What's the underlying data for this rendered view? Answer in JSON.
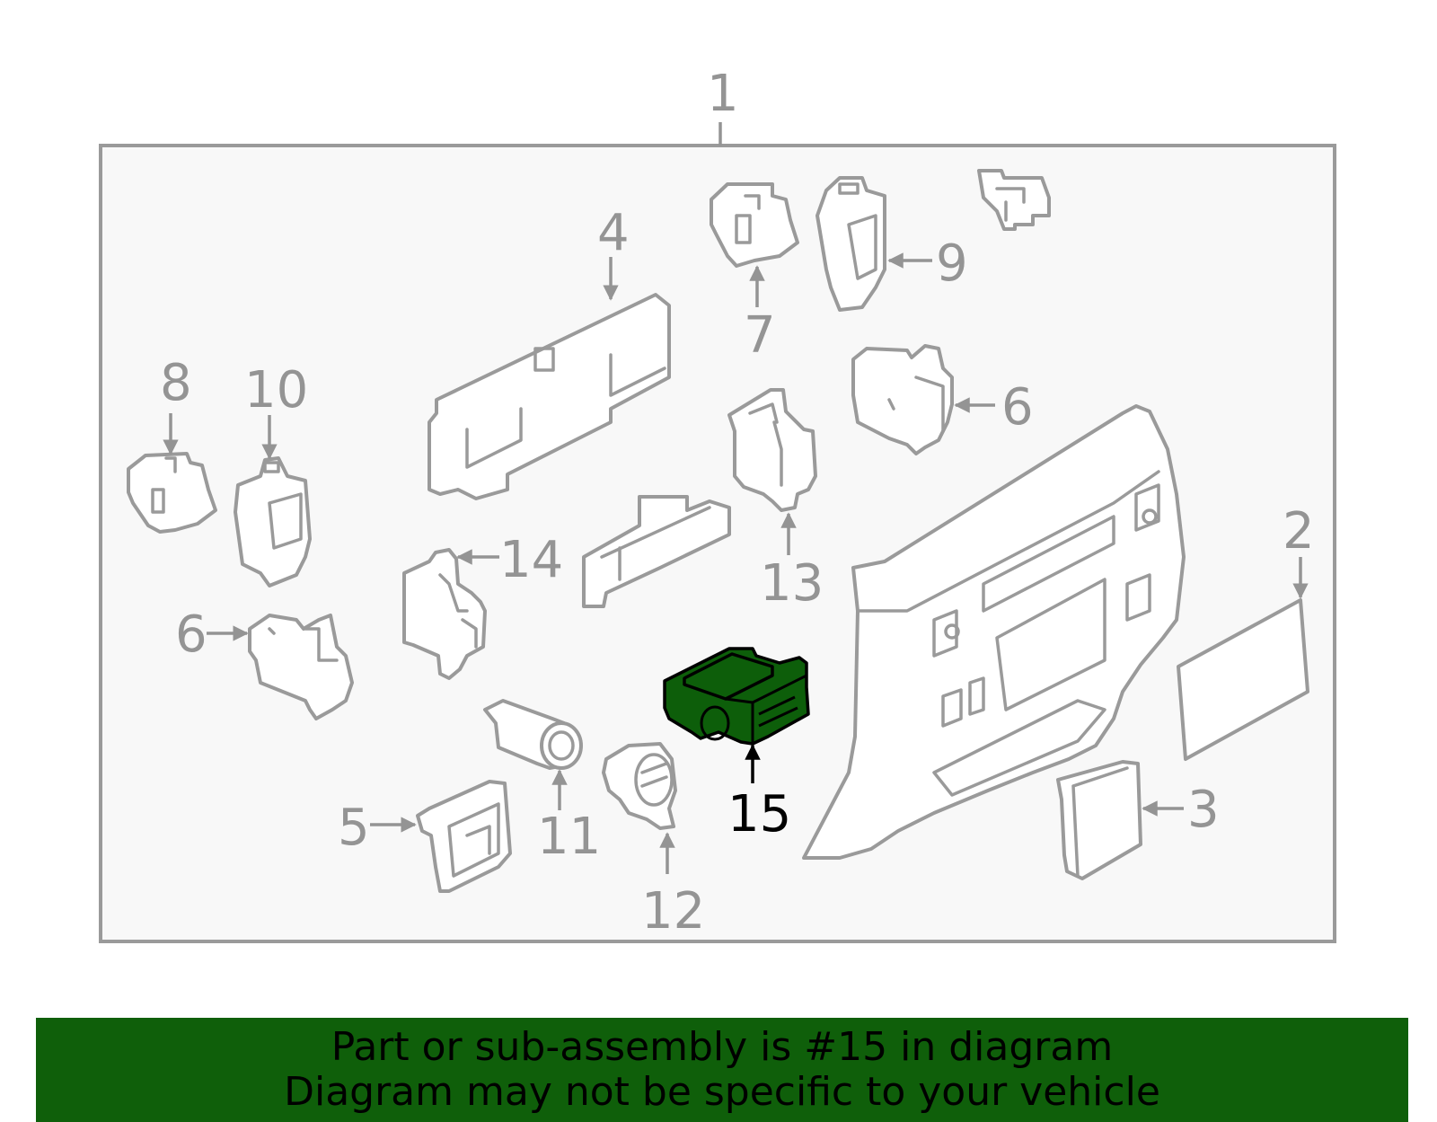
{
  "colors": {
    "highlight_fill": "#0d5e0a",
    "banner_background": "#0f5f0a",
    "callout_text": "#949494",
    "highlight_text": "#000000",
    "outline": "#9a9a9a",
    "frame_background": "#f8f8f8"
  },
  "callouts": {
    "c1": "1",
    "c2": "2",
    "c3": "3",
    "c4": "4",
    "c5": "5",
    "c6a": "6",
    "c6b": "6",
    "c7": "7",
    "c8": "8",
    "c9": "9",
    "c10": "10",
    "c11": "11",
    "c12": "12",
    "c13": "13",
    "c14": "14",
    "c15": "15"
  },
  "highlighted_part": "15",
  "banner": {
    "line1": "Part or sub-assembly is #15 in diagram",
    "line2": "Diagram may not be specific to your vehicle"
  }
}
